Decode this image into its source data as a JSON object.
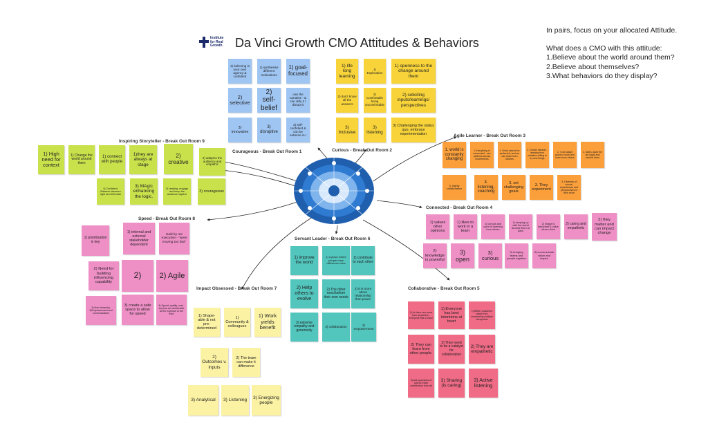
{
  "header": {
    "title": "Da Vinci Growth CMO Attitudes & Behaviors",
    "logo_text": "Institute\nfor Real\nGrowth"
  },
  "instructions": {
    "line1": "In pairs, focus on your allocated Attitude.",
    "line2": "What does a CMO with this attitude:",
    "line3": "1.Believe about the world around them?",
    "line4": "2.Believe about themselves?",
    "line5": "3.What behaviors do they display?"
  },
  "colors": {
    "blue": "#9fc5f2",
    "yellow": "#f8d43a",
    "orange": "#fb9f3b",
    "pink": "#ee8fc6",
    "teal": "#52c5bd",
    "red": "#ef6b86",
    "lime": "#c9e24c",
    "cream": "#fbf2a4",
    "hub": "#1f5fae"
  },
  "sections": {
    "courageous": {
      "title": "Courageous - Break Out Room 1",
      "notes": [
        "1) believing in your own agency & confident",
        "1) synthesise different motivations",
        "1) goal-focused",
        "2) selective",
        "2) self-belief",
        "own the narrative - & can defy it / disrupt it",
        "3) innovative",
        "3) disruptive",
        "3) self-confident & can be extreme in i"
      ]
    },
    "curious": {
      "title": "Curious - Break Out Room 2",
      "notes": [
        "1) life long learning",
        "1) Exploration",
        "1) openness to the change around them",
        "2) don't know all the answers",
        "2) Comfortable being uncomfortable",
        "2) soliciting inputs/learnings/ perspectives",
        "3) Inclusive",
        "3) listening",
        "3) Challenging the status quo, embrace experimentation"
      ]
    },
    "agile": {
      "title": "Agile Learner - Break Out Room 3",
      "notes": [
        "1. world is constantly changing",
        "1 Everything is connected - see patterns across experiences",
        "1. Work cannot be perfected, and we can learn from failures",
        "2. Growth mindset - learning from mistakes willing to try new things",
        "2. I can adapt quick to work and learn from others",
        "2. takes apart the old ways and rebuild them",
        "3. highly collaborative",
        "3. listening, coaching",
        "3. set challenging goals",
        "3. They experiment",
        "3. Diversity of voices, experiences and perspectives in their circle"
      ]
    },
    "connected": {
      "title": "Connected - Break Out Room 4",
      "notes": [
        "1) values other opinions",
        "1) likes to work in a team",
        "1) curious and open of learning from others",
        "1) keeping up with the world around them at pace",
        "2) image is important & value others think",
        "2) caring and empathetic",
        "2) they matter and can impact change",
        "2) knowledge is powerful",
        "3) open",
        "3) curious",
        "3) bringing teams and people together",
        "3) communicate vision and inspire"
      ]
    },
    "collaborative": {
      "title": "Collaborative - Break Out Room 5",
      "notes": [
        "1) An idea can come from anywhere - everyone has a voice",
        "1) Everyone has best intentions at heart",
        "1) Better outcomes result from considering multiple viewpoints",
        "2) They can learn from other people.",
        "2) They need to be a catalyst for collaboration",
        "2) They are empathetic",
        "3) Ask questions of others/ invite contribution from all",
        "3) Sharing (is caring)",
        "3) Active listening"
      ]
    },
    "servant": {
      "title": "Servant Leader - Break Out Room 6",
      "notes": [
        "1) improve the world",
        "1) a place where people have difference roles",
        "1) contribute to each other",
        "2) Help others to evolve",
        "2) The other need before their own needs",
        "2) It is more about relationship than power",
        "3) extreme empathy and generosity",
        "3) collaboration",
        "3) empowerment"
      ]
    },
    "impact": {
      "title": "Impact Obsessed - Break Out Room 7",
      "notes": [
        "1) Shape-able & not pre-determined",
        "1) Community & colleagues",
        "1) Work yields benefit",
        "2) Outcomes v. inputs",
        "2) The team can make it difference",
        "3) Analytical",
        "3) Listening",
        "3) Energizing people"
      ]
    },
    "speed": {
      "title": "Speed - Break Out Room 8",
      "notes": [
        "1) prioritization is key",
        "1) internal and external stakeholder dependent",
        "Said by me executive - \"were moving too fast\"",
        "2) Need for building influencing capability",
        "2)",
        "2) Agile",
        "3) Non hierarchy, 3)Empowerment and communication",
        "3) create a safe space to allow for speed",
        "4) Speed, quality, cost - any two are achievable at the expense of the third"
      ]
    },
    "storyteller": {
      "title": "Inspiring Storyteller - Break Out Room 9",
      "notes": [
        "1) High need for context",
        "1) Change the world around them",
        "1) connect with people",
        "1)they are always at stage",
        "2) creative",
        "2) adapt to the audience and empathic",
        "3) Confident. Balance between right and left brain",
        "3) MAgic enhancing the logic.",
        "3) reading, engage and keep the audience captive",
        "3) courageous"
      ]
    }
  }
}
